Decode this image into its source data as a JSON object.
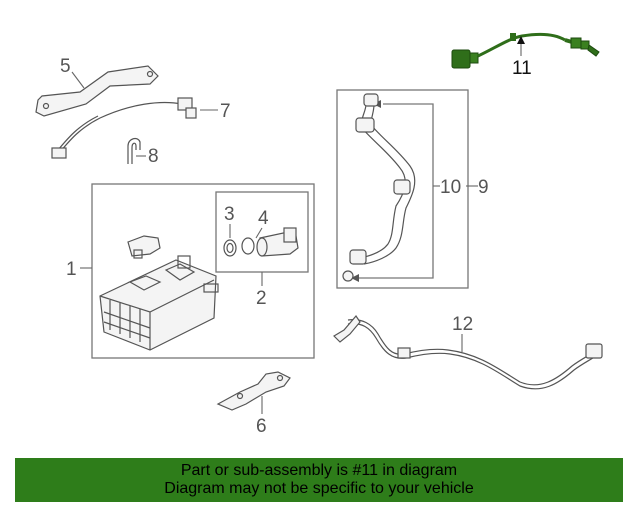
{
  "callouts": {
    "c1": "1",
    "c2": "2",
    "c3": "3",
    "c4": "4",
    "c5": "5",
    "c6": "6",
    "c7": "7",
    "c8": "8",
    "c9": "9",
    "c10": "10",
    "c11": "11",
    "c12": "12"
  },
  "banner": {
    "line1": "Part or sub-assembly is #11 in diagram",
    "line2": "Diagram may not be specific to your vehicle"
  },
  "colors": {
    "highlight_part": "#2f6e1a",
    "banner_bg": "#2e7d1a"
  }
}
